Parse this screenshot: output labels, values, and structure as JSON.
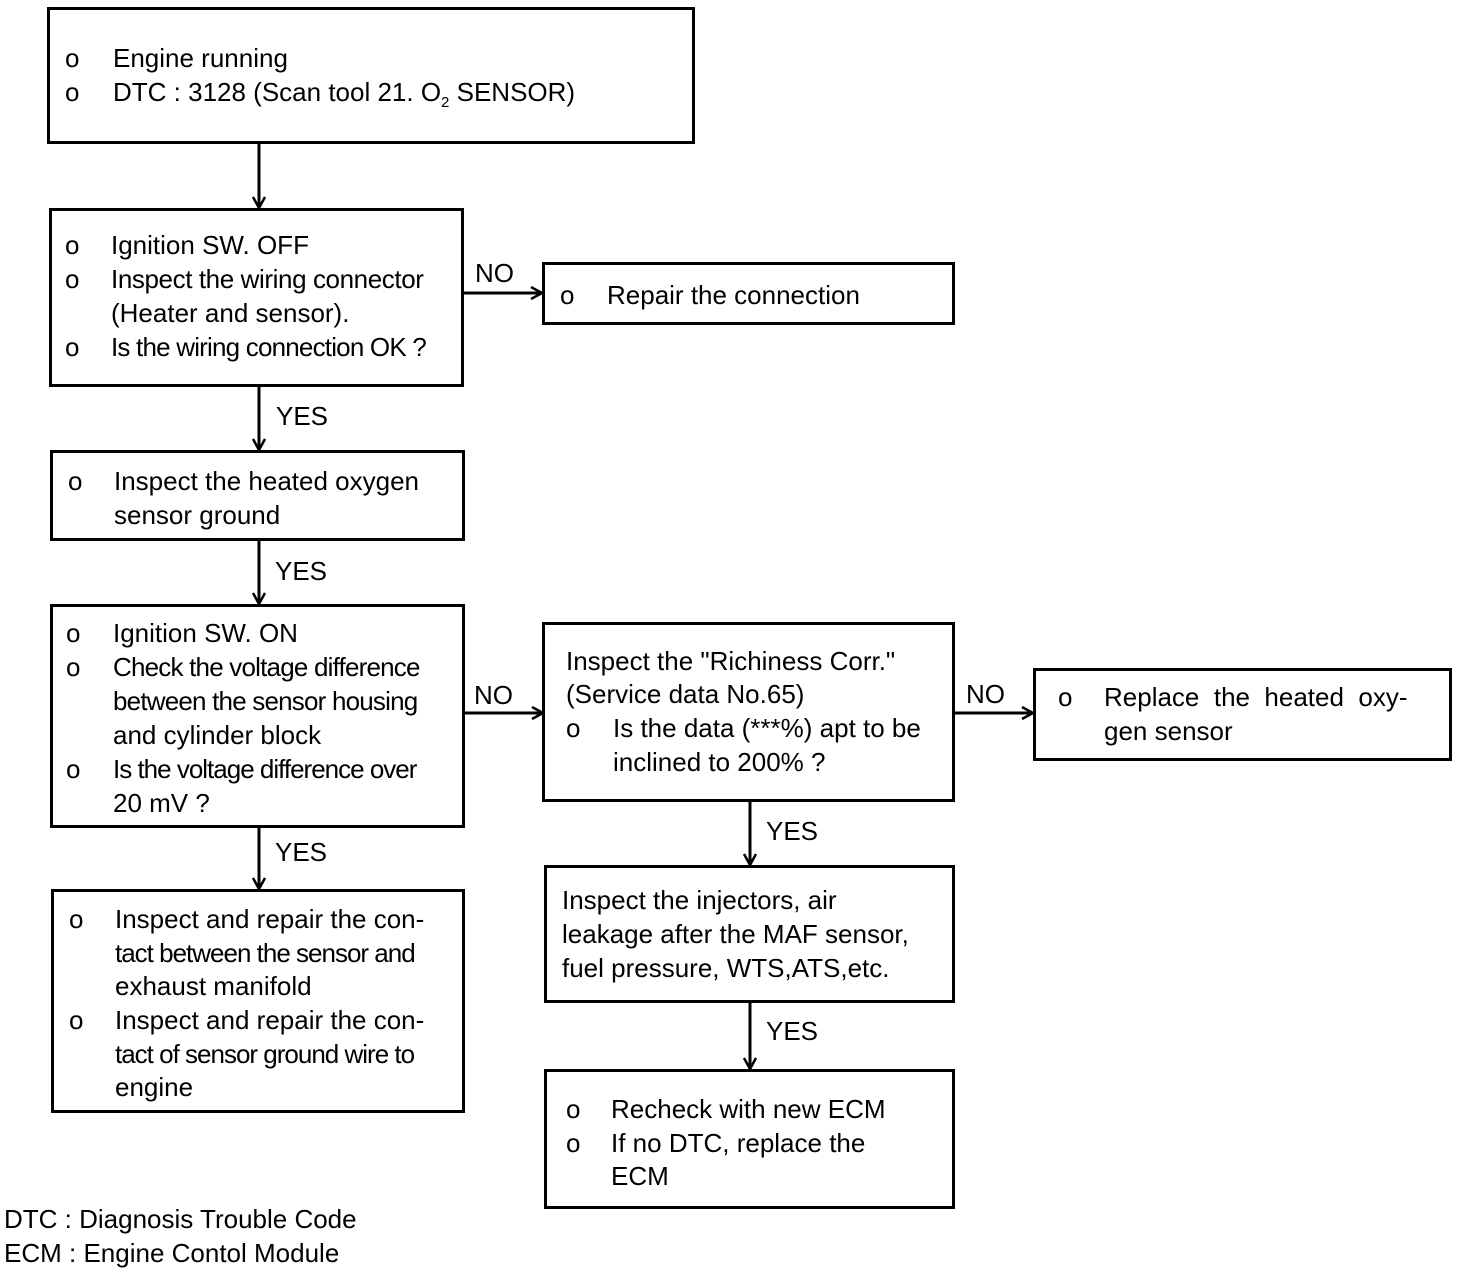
{
  "boxes": {
    "start": {
      "bullet": "o",
      "line1": "Engine running",
      "line2_pre": "DTC : 3128 (Scan tool 21. O",
      "line2_sub": "2",
      "line2_post": " SENSOR)"
    },
    "wiring": {
      "bullet": "o",
      "line1": "Ignition SW. OFF",
      "line2": "Inspect the wiring connector",
      "line3": "(Heater and sensor).",
      "line4": "Is the wiring connection OK ?"
    },
    "repair_connection": {
      "bullet": "o",
      "line1": "Repair the connection"
    },
    "ground": {
      "bullet": "o",
      "line1": "Inspect the heated oxygen",
      "line2": "sensor ground"
    },
    "voltage": {
      "bullet": "o",
      "line1": "Ignition SW. ON",
      "line2": "Check the voltage difference",
      "line3": "between the sensor housing",
      "line4": "and cylinder block",
      "line5": "Is the voltage difference over",
      "line6": "20 mV ?"
    },
    "repair_contact": {
      "bullet": "o",
      "line1": "Inspect and repair the con-",
      "line2": "tact between the sensor and",
      "line3": "exhaust manifold",
      "line4": "Inspect and repair the con-",
      "line5": "tact of sensor ground wire to",
      "line6": "engine"
    },
    "richness": {
      "bullet": "o",
      "line1": "Inspect the \"Richiness Corr.\"",
      "line2": "(Service data No.65)",
      "line3": "Is the data (***%) apt to be",
      "line4": "inclined to 200% ?"
    },
    "replace_sensor": {
      "bullet": "o",
      "line1": "Replace  the  heated  oxy-",
      "line2": "gen sensor"
    },
    "injectors": {
      "line1": "Inspect the injectors, air",
      "line2": "leakage after the MAF sensor,",
      "line3": "fuel pressure, WTS,ATS,etc."
    },
    "recheck": {
      "bullet": "o",
      "line1": "Recheck with new ECM",
      "line2": "If no DTC, replace the",
      "line3": "ECM"
    }
  },
  "labels": {
    "no1": "NO",
    "yes1": "YES",
    "yes2": "YES",
    "no2": "NO",
    "no3": "NO",
    "yes3": "YES",
    "yes4": "YES",
    "yes5": "YES"
  },
  "legend": {
    "line1": "DTC : Diagnosis Trouble Code",
    "line2": "ECM : Engine Contol Module"
  }
}
